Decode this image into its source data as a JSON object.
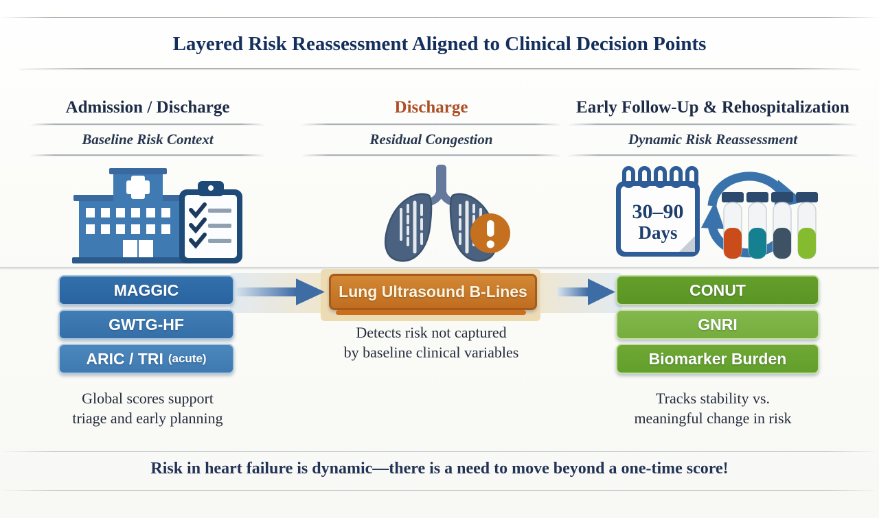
{
  "title": "Layered Risk Reassessment Aligned to Clinical Decision Points",
  "columns": [
    {
      "header": "Admission / Discharge",
      "subtitle": "Baseline Risk Context",
      "icon": "hospital-clipboard-icon",
      "pills": [
        {
          "label": "MAGGIC"
        },
        {
          "label": "GWTG-HF"
        },
        {
          "label": "ARIC / TRI",
          "suffix": "(acute)"
        }
      ],
      "description": [
        "Global scores support",
        "triage and early planning"
      ]
    },
    {
      "header": "Discharge",
      "subtitle": "Residual Congestion",
      "icon": "lungs-alert-icon",
      "pills": [
        {
          "label": "Lung Ultrasound B-Lines"
        }
      ],
      "description": [
        "Detects risk not captured",
        "by baseline clinical variables"
      ]
    },
    {
      "header": "Early Follow-Up & Rehospitalization",
      "subtitle": "Dynamic Risk Reassessment",
      "icon": "calendar-cycle-labs-icon",
      "calendar": {
        "range": "30–90",
        "unit": "Days"
      },
      "pills": [
        {
          "label": "CONUT"
        },
        {
          "label": "GNRI"
        },
        {
          "label": "Biomarker Burden"
        }
      ],
      "description": [
        "Tracks stability vs.",
        "meaningful change in risk"
      ]
    }
  ],
  "footer": "Risk in heart failure is dynamic—there is a need to move beyond a one-time score!",
  "colors": {
    "title_navy": "#152f5d",
    "rust_header": "#ad5026",
    "pill_blue": "#2d69a4",
    "pill_orange": "#c97b28",
    "pill_green": "#639f2b",
    "arrow_blue": "#3e6da6",
    "alert_orange": "#c4701e"
  }
}
